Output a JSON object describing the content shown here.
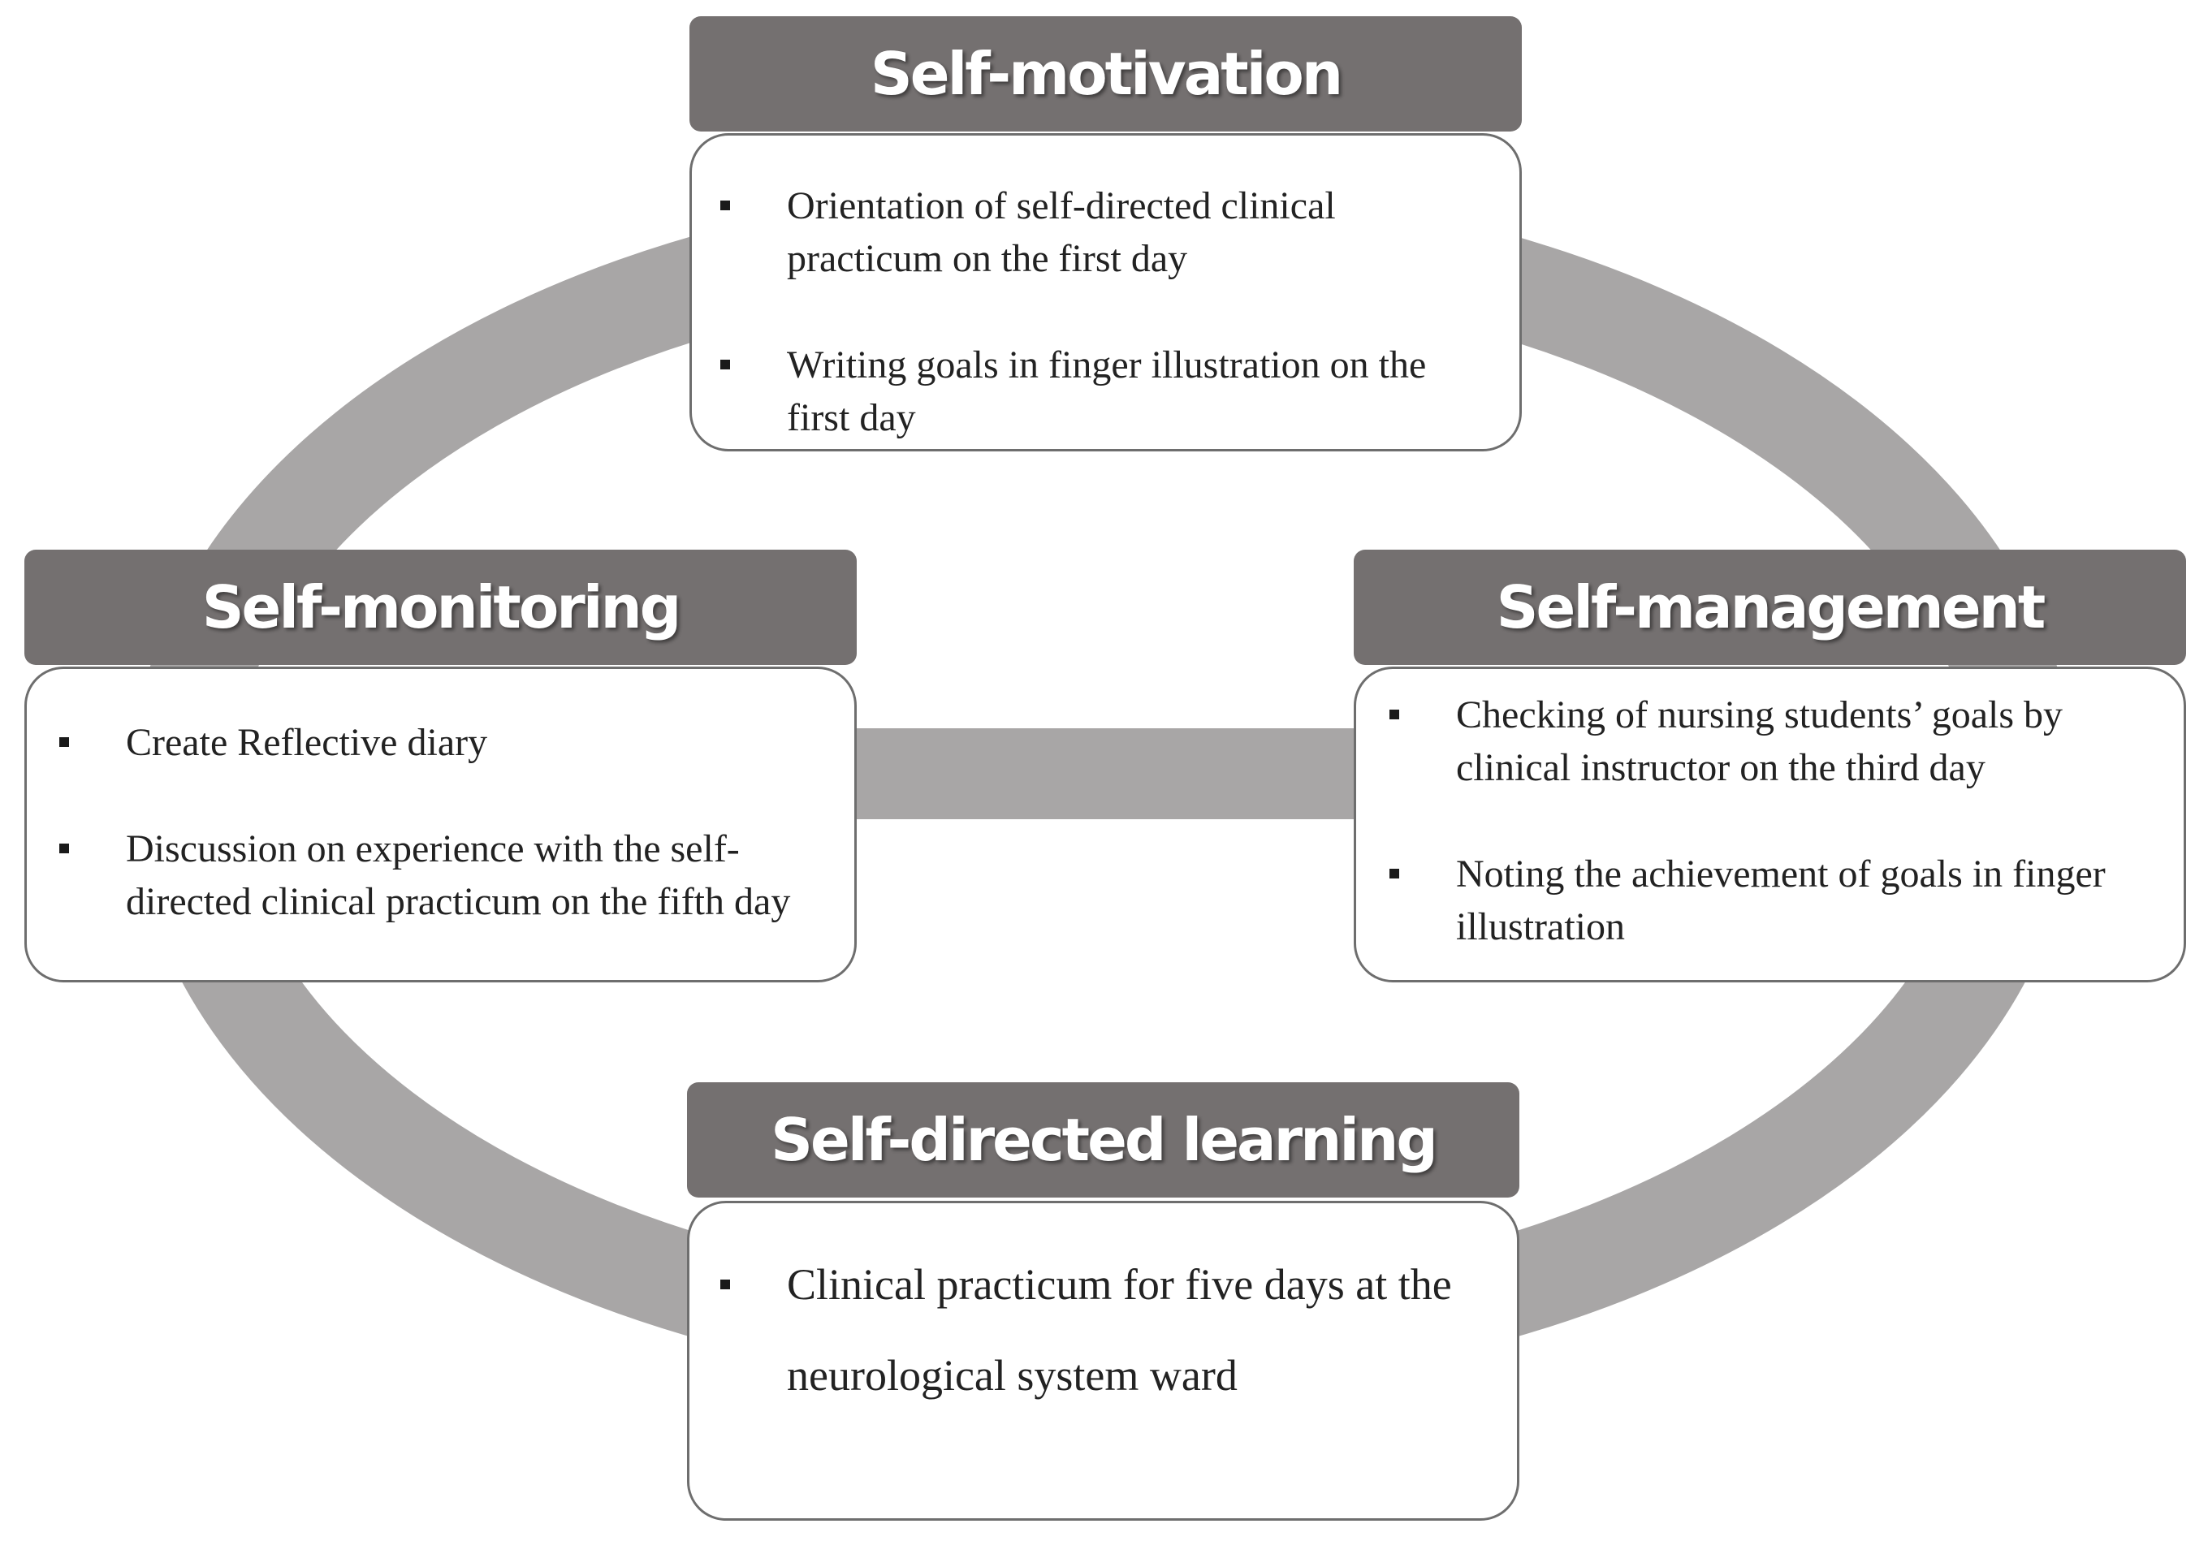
{
  "diagram": {
    "colors": {
      "ring": "#a8a6a6",
      "header": "#747070",
      "header_text": "#ffffff",
      "body_border": "#6e6e6e"
    },
    "stages": {
      "top": {
        "title": "Self-motivation",
        "items": [
          "Orientation of self-directed clinical practicum on the first day",
          "Writing goals in finger illustration on the first day"
        ]
      },
      "left": {
        "title": "Self-monitoring",
        "items": [
          "Create Reflective diary",
          "Discussion on experience with the self-directed clinical practicum on the fifth day"
        ]
      },
      "right": {
        "title": "Self-management",
        "items": [
          "Checking of nursing students’ goals by clinical instructor on the third day",
          "Noting the achievement of goals in finger illustration"
        ]
      },
      "bottom": {
        "title": "Self-directed learning",
        "items": [
          "Clinical practicum for five days at the neurological system ward"
        ]
      }
    }
  }
}
